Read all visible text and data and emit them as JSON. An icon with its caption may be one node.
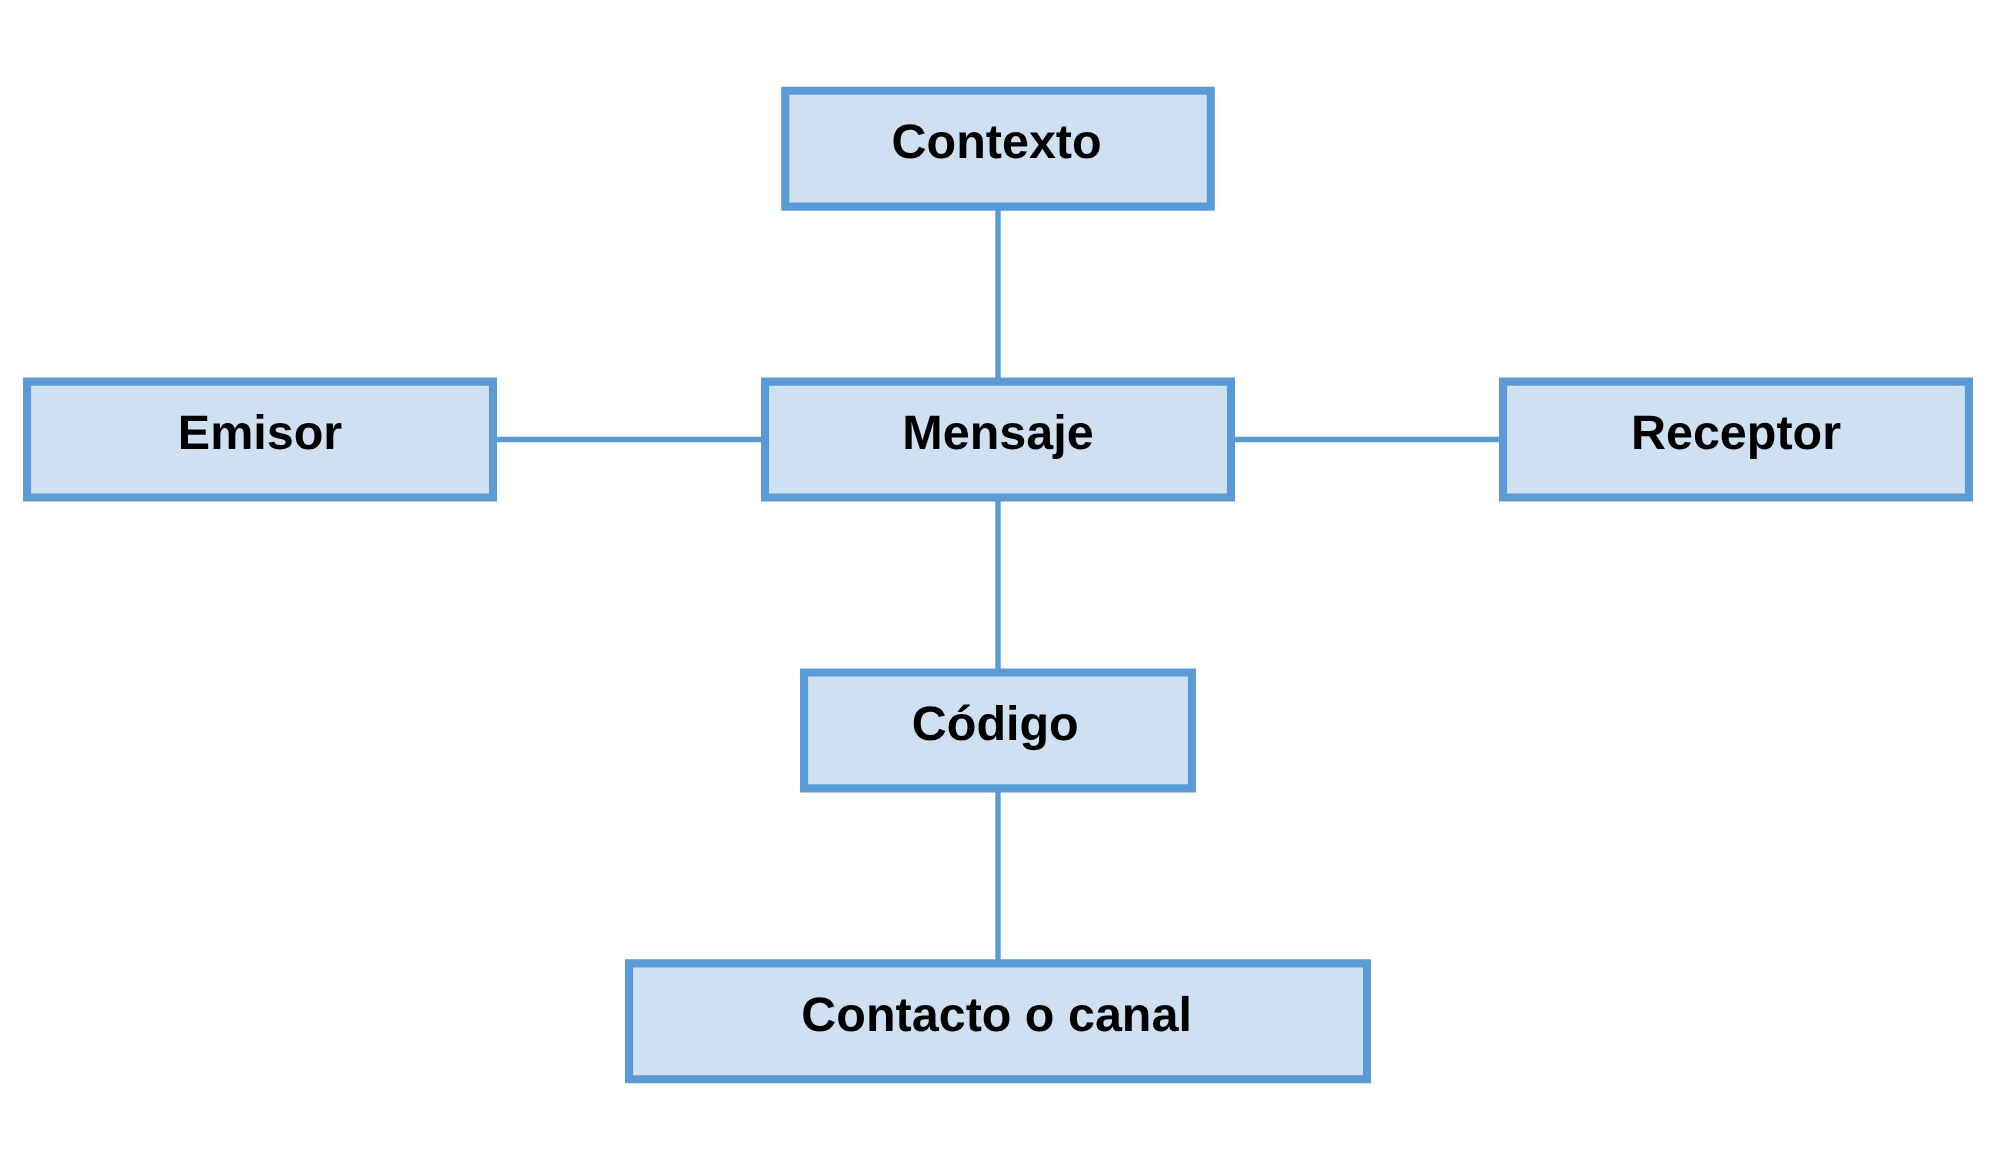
{
  "diagram": {
    "nodes": [
      {
        "text": [
          "Contexto"
        ]
      },
      {
        "text": [
          "Emisor"
        ]
      },
      {
        "text": [
          "Mensaje"
        ]
      },
      {
        "text": [
          "Receptor"
        ]
      },
      {
        "text": [
          "Código"
        ]
      },
      {
        "text": [
          "Contacto o canal"
        ]
      }
    ],
    "edges": [
      {
        "from": 0,
        "to": 2,
        "arrow": "none"
      },
      {
        "from": 1,
        "to": 2,
        "arrow": "none"
      },
      {
        "from": 2,
        "to": 3,
        "arrow": "none"
      },
      {
        "from": 2,
        "to": 4,
        "arrow": "none"
      },
      {
        "from": 4,
        "to": 5,
        "arrow": "none"
      }
    ]
  }
}
